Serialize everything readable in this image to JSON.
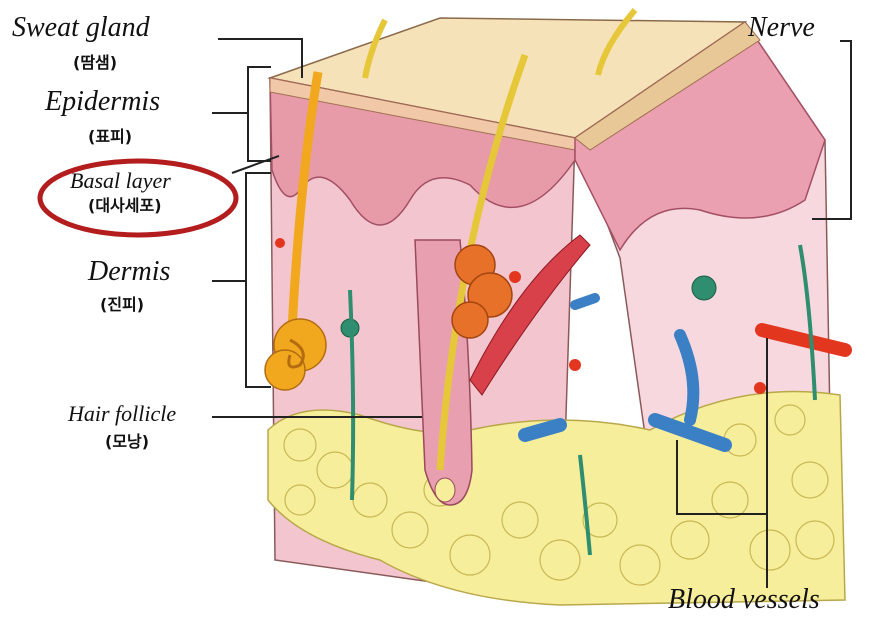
{
  "labels": {
    "sweat_gland": "Sweat gland",
    "sweat_gland_ko": "(땀샘)",
    "epidermis": "Epidermis",
    "epidermis_ko": "(표피)",
    "basal_layer": "Basal layer",
    "basal_layer_ko": "(대사세포)",
    "dermis": "Dermis",
    "dermis_ko": "(진피)",
    "hair_follicle": "Hair follicle",
    "hair_follicle_ko": "(모낭)",
    "nerve": "Nerve",
    "blood_vessels": "Blood vessels"
  },
  "colors": {
    "epidermis": "#f1c9a9",
    "dermis": "#f3c6cf",
    "dermis_dark": "#d9728c",
    "fat": "#f6ee9a",
    "sweat_gland": "#f2a81e",
    "oil_gland": "#e8712a",
    "artery": "#e2361f",
    "vein": "#3b7fc4",
    "nerve": "#2f8e6f",
    "hair": "#e6c73a",
    "highlight_ring": "#b31d1d"
  }
}
